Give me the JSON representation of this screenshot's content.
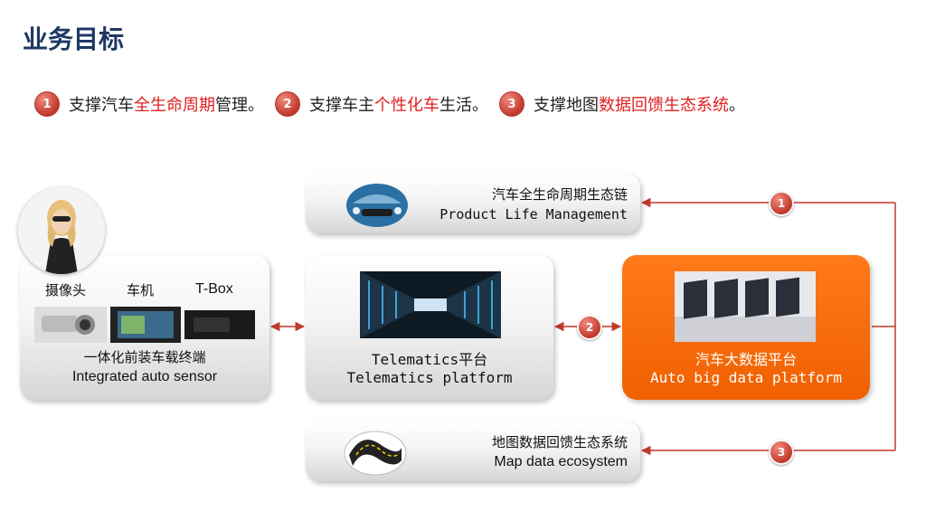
{
  "page": {
    "title": "业务目标"
  },
  "goals": [
    {
      "num": "1",
      "pre": "支撑汽车",
      "hl": "全生命周期",
      "post": "管理。"
    },
    {
      "num": "2",
      "pre": "支撑车主",
      "hl": "个性化车",
      "post": "生活。"
    },
    {
      "num": "3",
      "pre": "支撑地图",
      "hl": "数据回馈生态系统",
      "post": "。"
    }
  ],
  "sensor": {
    "labels": [
      "摄像头",
      "车机",
      "T-Box"
    ],
    "title_cn": "一体化前装车载终端",
    "title_en": "Integrated auto sensor"
  },
  "product": {
    "title_cn": "汽车全生命周期生态链",
    "title_en": "Product Life Management"
  },
  "telematics": {
    "title_cn": "Telematics平台",
    "title_en": "Telematics platform"
  },
  "bigdata": {
    "title_cn": "汽车大数据平台",
    "title_en": "Auto big data platform"
  },
  "mapdata": {
    "title_cn": "地图数据回馈生态系统",
    "title_en": "Map data ecosystem"
  },
  "badges": [
    "1",
    "2",
    "3"
  ],
  "colors": {
    "title": "#1f3864",
    "highlight": "#e02020",
    "accent_orange": "#f06000",
    "badge_red": "#c0392b",
    "connector": "#c0392b"
  }
}
